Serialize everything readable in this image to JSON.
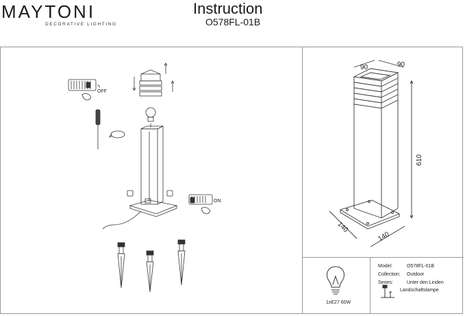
{
  "header": {
    "brand": "MAYTONI",
    "brand_subtitle": "DECORATIVE LIGHTING",
    "title": "Instruction",
    "model_code": "O578FL-01B"
  },
  "assembly": {
    "switch_off_label": "OFF",
    "switch_on_label": "ON"
  },
  "dimensions": {
    "top_width_a": "90",
    "top_width_b": "90",
    "height": "610",
    "base_a": "140",
    "base_b": "140"
  },
  "specs": {
    "bulb_label": "1xE27 60W",
    "model_label": "Model:",
    "model_value": "O578FL-01B",
    "collection_label": "Collection:",
    "collection_value": "Outdoor",
    "series_label": "Series:",
    "series_value_1": "Unter den Linden",
    "series_value_2": "Landschaftslampe"
  }
}
